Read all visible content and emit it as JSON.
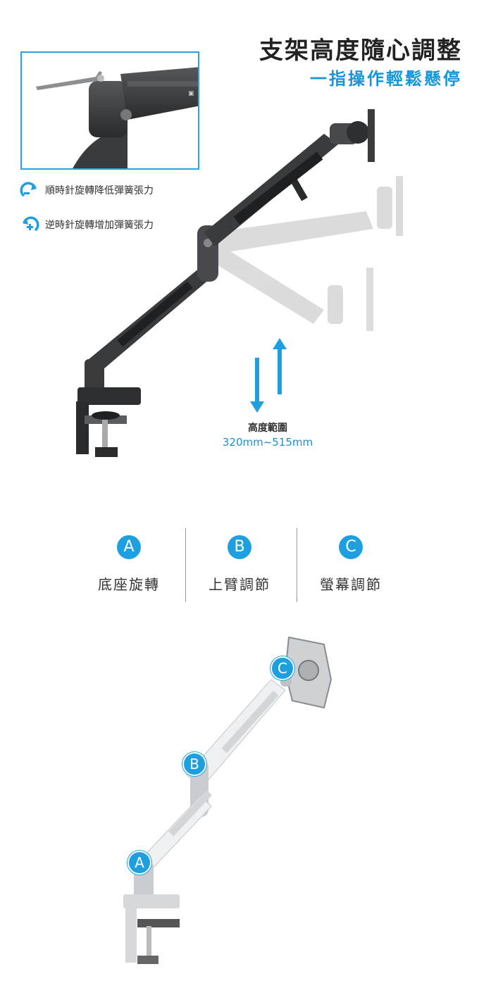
{
  "header": {
    "title": "支架高度隨心調整",
    "subtitle": "一指操作輕鬆懸停"
  },
  "tension_hints": [
    {
      "icon": "rotate-clockwise-minus-icon",
      "text": "順時針旋轉降低彈簧張力"
    },
    {
      "icon": "rotate-counterclockwise-plus-icon",
      "text": "逆時針旋轉增加彈簧張力"
    }
  ],
  "height_range": {
    "label": "高度範圍",
    "value": "320mm~515mm"
  },
  "adjustments": [
    {
      "letter": "A",
      "label": "底座旋轉"
    },
    {
      "letter": "B",
      "label": "上臂調節"
    },
    {
      "letter": "C",
      "label": "螢幕調節"
    }
  ],
  "markers": [
    "A",
    "B",
    "C"
  ],
  "colors": {
    "accent": "#1ea0e0",
    "dark_arm": "#3a3b3d",
    "ghost_arm": "#c8c8c8",
    "silver_arm": "#e6e8ea"
  }
}
